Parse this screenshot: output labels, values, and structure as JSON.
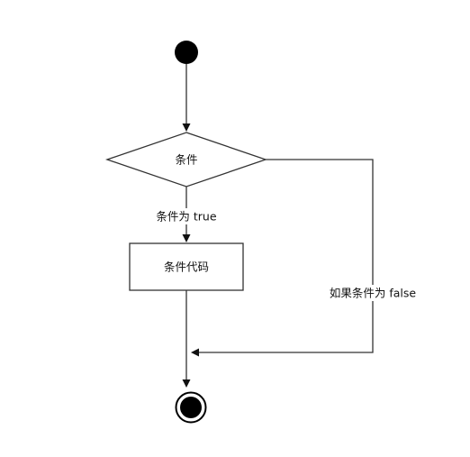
{
  "diagram": {
    "decision_label": "条件",
    "true_branch_label": "条件为 true",
    "false_branch_label": "如果条件为 false",
    "action_label": "条件代码"
  }
}
